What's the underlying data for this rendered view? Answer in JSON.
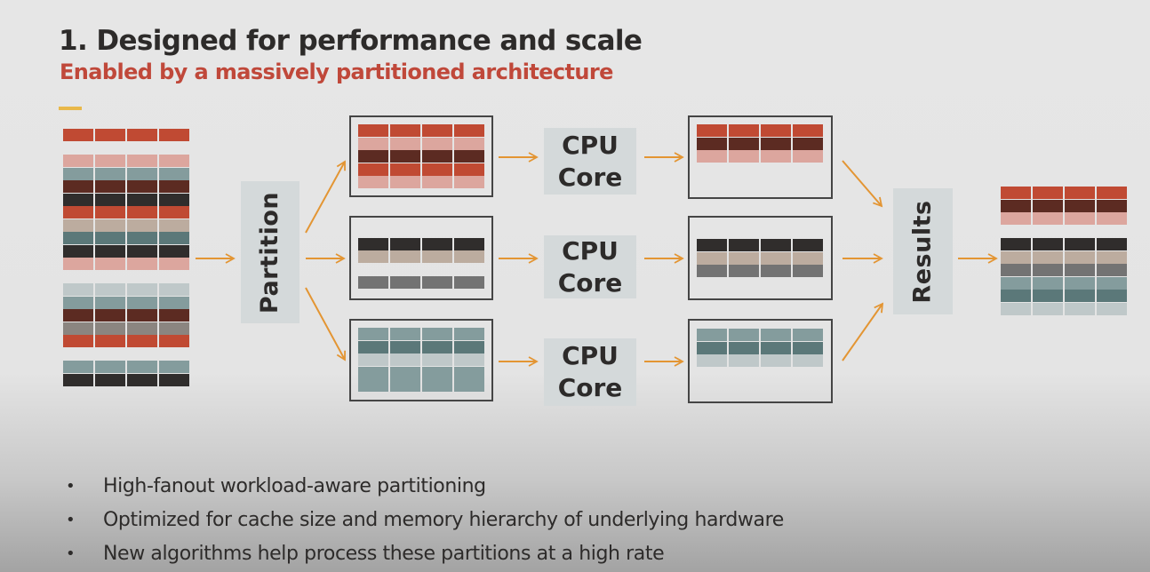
{
  "slide": {
    "title": "1. Designed for performance and scale",
    "subtitle": "Enabled by a massively partitioned architecture"
  },
  "colors": {
    "accent_orange": "#e39533",
    "title_dark": "#2d2b2a",
    "subtitle_red": "#c0483a",
    "accent_bar": "#e9b84a",
    "label_box_bg": "#d4d9da"
  },
  "palette": {
    "red": "#c04a33",
    "pink": "#dca69e",
    "teal_light": "#849c9d",
    "maroon": "#5c2b22",
    "charcoal": "#302d2c",
    "taupe": "#bcac9f",
    "teal_dark": "#5b7879",
    "gray_mid": "#737373",
    "gray_light_blue": "#bfc8c9",
    "gray_warm": "#8b8580"
  },
  "diagram": {
    "input_table": {
      "rows": [
        "red",
        null,
        "pink",
        "teal_light",
        "maroon",
        "charcoal",
        "red",
        "taupe",
        "teal_dark",
        "charcoal",
        "pink",
        null,
        "gray_light_blue",
        "teal_light",
        "maroon",
        "gray_warm",
        "red",
        null,
        "teal_light",
        "charcoal"
      ]
    },
    "partition_label": "Partition",
    "partitions": [
      {
        "rows": [
          "red",
          "pink",
          "maroon",
          "red",
          "pink"
        ],
        "cpu_label_line1": "CPU",
        "cpu_label_line2": "Core",
        "output_rows": [
          "red",
          "maroon",
          "pink"
        ]
      },
      {
        "rows": [
          null,
          "charcoal",
          "taupe",
          null,
          "gray_mid"
        ],
        "cpu_label_line1": "CPU",
        "cpu_label_line2": "Core",
        "output_rows": [
          "charcoal",
          "taupe",
          "gray_mid"
        ]
      },
      {
        "rows": [
          "teal_light",
          "teal_dark",
          "gray_light_blue",
          "teal_light",
          "teal_light"
        ],
        "cpu_label_line1": "CPU",
        "cpu_label_line2": "Core",
        "output_rows": [
          "teal_light",
          "teal_dark",
          "gray_light_blue"
        ]
      }
    ],
    "results_label": "Results",
    "result_table": {
      "rows": [
        "red",
        "maroon",
        "pink",
        null,
        "charcoal",
        "taupe",
        "gray_mid",
        "teal_light",
        "teal_dark",
        "gray_light_blue"
      ]
    }
  },
  "bullets": [
    "High-fanout workload-aware partitioning",
    "Optimized for cache size and memory hierarchy of underlying hardware",
    "New algorithms help process these partitions at a high rate"
  ],
  "bullet_glyph": "•"
}
